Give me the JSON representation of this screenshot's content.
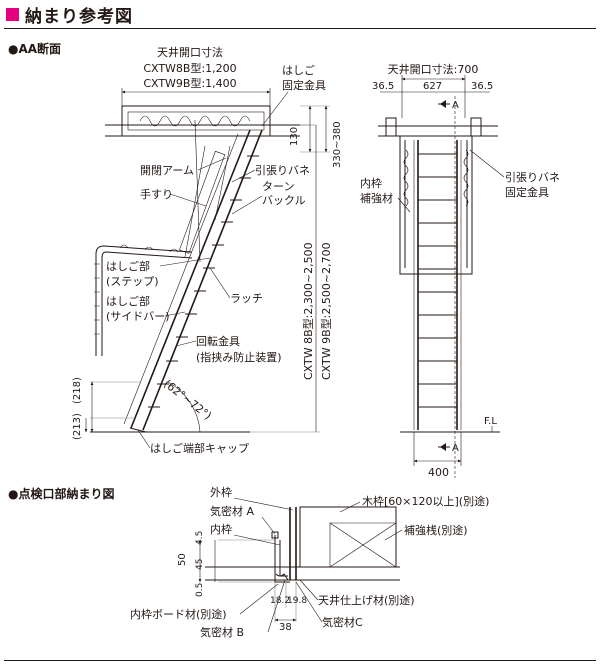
{
  "title": "納まり参考図",
  "aa": {
    "heading": "●AA断面",
    "ceiling_opening_title": "天井開口寸法",
    "ceiling_opening_8b": "CXTW8B型:1,200",
    "ceiling_opening_9b": "CXTW9B型:1,400",
    "fixing_bracket": [
      "はしご",
      "固定金具"
    ],
    "dim_130": "130",
    "dim_330_380": "330~380",
    "opening_arm": "開閉アーム",
    "tension_spring": "引張りバネ",
    "turnbuckle": [
      "ターン",
      "バックル"
    ],
    "handrail": "手すり",
    "ladder_step": [
      "はしご部",
      "(ステップ)"
    ],
    "ladder_side": [
      "はしご部",
      "(サイドバー)"
    ],
    "latch": "ラッチ",
    "height_8b": "CXTW 8B型:2,300~2,500",
    "height_9b": "CXTW 9B型:2,500~2,700",
    "rotating_bracket": [
      "回転金具",
      "(指挟み防止装置)"
    ],
    "angle": "(62°~72°)",
    "dim_213": "(213)",
    "dim_218": "(218)",
    "end_cap": "はしご端部キャップ"
  },
  "front": {
    "opening_title": "天井開口寸法:700",
    "dim_left": "36.5",
    "dim_mid": "627",
    "dim_right": "36.5",
    "section_mark": "A",
    "inner_frame": [
      "内枠",
      "補強材"
    ],
    "spring_bracket": [
      "引張りバネ",
      "固定金具"
    ],
    "fl": "F.L",
    "width_400": "400"
  },
  "detail": {
    "heading": "●点検口部納まり図",
    "outer_frame": "外枠",
    "seal_a": "気密材 A",
    "inner_frame": "内枠",
    "wood_frame": "木枠[60×120以上](別途)",
    "reinforce": "補強桟(別途)",
    "dim_50": "50",
    "dim_4_5_top": "4.5",
    "dim_45": "45",
    "dim_0_5": "0.5",
    "dim_18_2": "18.2",
    "dim_19_8": "19.8",
    "dim_38": "38",
    "board": "内枠ボード材(別途)",
    "seal_b": "気密材 B",
    "ceiling_finish": "天井仕上げ材(別途)",
    "seal_c": "気密材C"
  },
  "colors": {
    "accent": "#e4007f",
    "ink": "#231815"
  }
}
